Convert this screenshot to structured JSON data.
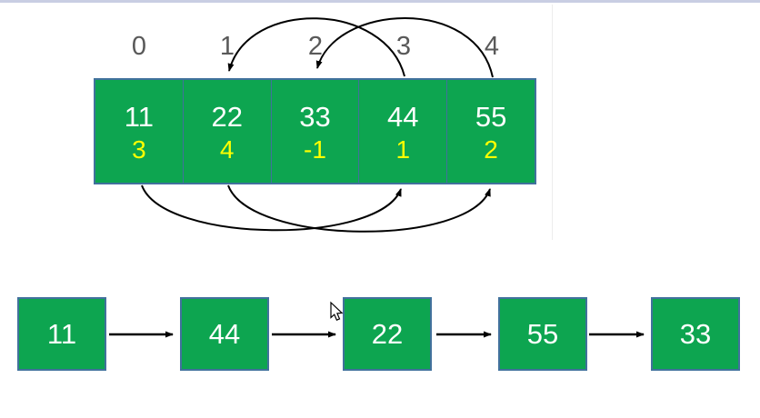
{
  "array": {
    "indices": [
      "0",
      "1",
      "2",
      "3",
      "4"
    ],
    "cells": [
      {
        "value": "11",
        "new_index": "3"
      },
      {
        "value": "22",
        "new_index": "4"
      },
      {
        "value": "33",
        "new_index": "-1"
      },
      {
        "value": "44",
        "new_index": "1"
      },
      {
        "value": "55",
        "new_index": "2"
      }
    ],
    "top_arrows": [
      {
        "from_index": "3",
        "to_index": "1"
      },
      {
        "from_index": "4",
        "to_index": "2"
      }
    ],
    "bottom_arrows": [
      {
        "from_index": "0",
        "to_index": "3"
      },
      {
        "from_index": "1",
        "to_index": "4"
      }
    ]
  },
  "linked_list": {
    "nodes": [
      {
        "value": "11"
      },
      {
        "value": "44"
      },
      {
        "value": "22"
      },
      {
        "value": "55"
      },
      {
        "value": "33"
      }
    ]
  },
  "colors": {
    "box_green": "#0da550",
    "box_border_blue": "#41719c",
    "value_white": "#ffffff",
    "new_index_yellow": "#ffff00",
    "index_gray": "#595959",
    "arrow_black": "#000000",
    "top_strip_lavender": "#c9cee3",
    "slide_edge_gray": "#ececec"
  }
}
